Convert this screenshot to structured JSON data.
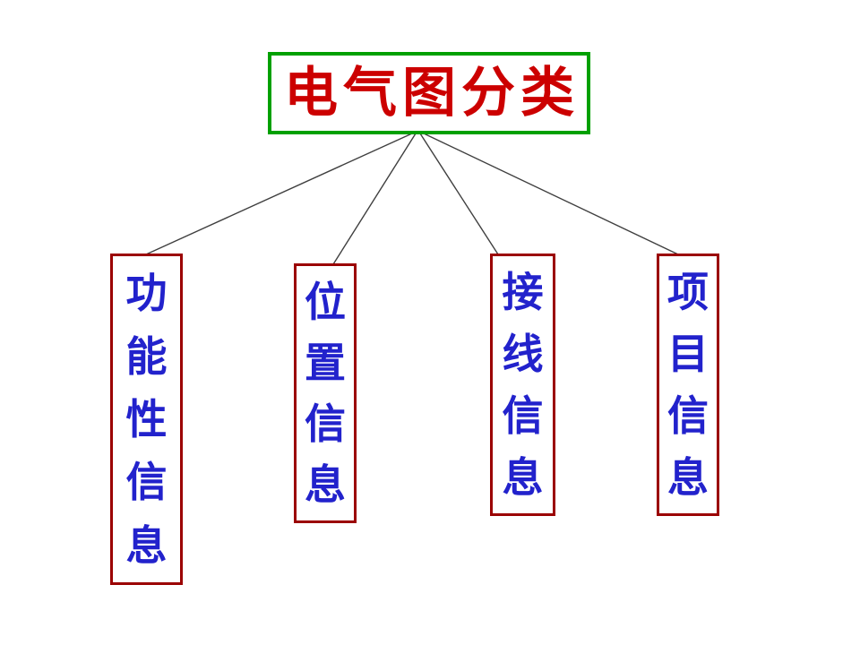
{
  "diagram": {
    "type": "tree",
    "root": {
      "label": "电气图分类"
    },
    "children": [
      {
        "id": "functional-info",
        "label": "功能性信息"
      },
      {
        "id": "location-info",
        "label": "位置信息"
      },
      {
        "id": "wiring-info",
        "label": "接线信息"
      },
      {
        "id": "project-info",
        "label": "项目信息"
      }
    ],
    "connections": [
      {
        "from": "电气图分类",
        "to": "功能性信息"
      },
      {
        "from": "电气图分类",
        "to": "位置信息"
      },
      {
        "from": "电气图分类",
        "to": "接线信息"
      },
      {
        "from": "电气图分类",
        "to": "项目信息"
      }
    ],
    "colors": {
      "background": "#FFFFFF",
      "root_border": "#00A000",
      "root_text": "#CC0000",
      "node_border": "#9B0000",
      "node_text": "#2222CC",
      "connector": "#3F3F3F"
    }
  }
}
